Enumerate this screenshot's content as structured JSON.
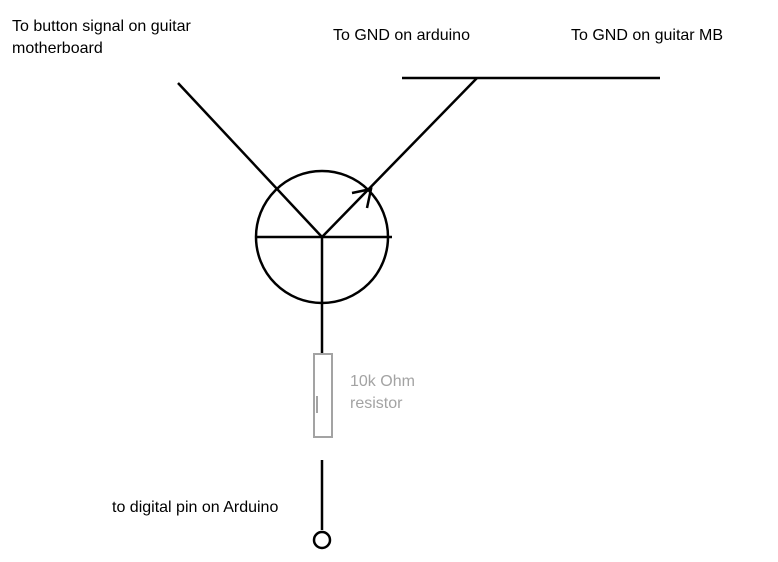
{
  "labels": {
    "button_signal_line1": "To button signal on guitar",
    "button_signal_line2": "motherboard",
    "gnd_arduino": "To GND on arduino",
    "gnd_guitar": "To GND on guitar MB",
    "resistor_line1": "10k Ohm",
    "resistor_line2": "resistor",
    "digital_pin": "to digital pin on Arduino"
  },
  "colors": {
    "line": "#000000",
    "resistor": "#a3a3a3",
    "background": "#ffffff"
  }
}
